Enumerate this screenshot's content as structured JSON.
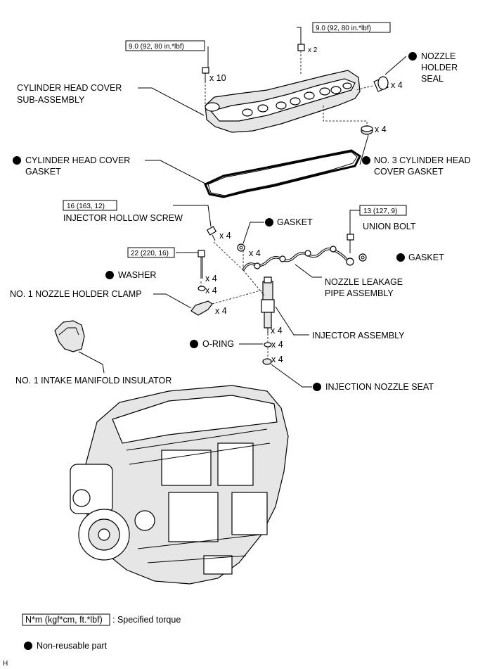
{
  "labels": {
    "cylinder_head_cover_1": "CYLINDER HEAD COVER",
    "cylinder_head_cover_2": "SUB-ASSEMBLY",
    "nozzle_holder_seal_1": "NOZZLE",
    "nozzle_holder_seal_2": "HOLDER",
    "nozzle_holder_seal_3": "SEAL",
    "head_cover_gasket_1": "CYLINDER HEAD COVER",
    "head_cover_gasket_2": "GASKET",
    "no3_gasket_1": "NO. 3 CYLINDER HEAD",
    "no3_gasket_2": "COVER GASKET",
    "injector_hollow_screw": "INJECTOR HOLLOW SCREW",
    "gasket_upper": "GASKET",
    "union_bolt": "UNION BOLT",
    "gasket_right": "GASKET",
    "washer": "WASHER",
    "no1_nozzle_holder_clamp": "NO. 1 NOZZLE HOLDER CLAMP",
    "nozzle_leakage_pipe_1": "NOZZLE LEAKAGE",
    "nozzle_leakage_pipe_2": "PIPE ASSEMBLY",
    "injector_assembly": "INJECTOR ASSEMBLY",
    "o_ring": "O-RING",
    "injection_nozzle_seat": "INJECTION NOZZLE SEAT",
    "intake_manifold_insulator": "NO. 1 INTAKE MANIFOLD INSULATOR"
  },
  "torques": {
    "head_cover_bolt_a": "9.0 (92, 80 in.*lbf)",
    "head_cover_bolt_b": "9.0 (92, 80 in.*lbf)",
    "hollow_screw": "16 (163, 12)",
    "union_bolt": "13 (127, 9)",
    "clamp_bolt": "22 (220, 16)"
  },
  "quantities": {
    "head_cover_nut": "x 2",
    "head_cover_bolt": "x 10",
    "nozzle_holder_seal": "x 4",
    "no3_gasket": "x 4",
    "hollow_screw": "x 4",
    "gasket_upper": "x 4",
    "washer": "x 4",
    "clamp_bolt": "x 4",
    "clamp": "x 4",
    "injector": "x 4",
    "o_ring": "x 4",
    "nozzle_seat": "x 4"
  },
  "legend": {
    "torque_box": "N*m (kgf*cm, ft.*lbf)",
    "torque_text": ": Specified torque",
    "non_reusable": "Non-reusable part"
  },
  "corner_code": "H",
  "colors": {
    "ink": "#000000",
    "fill": "#ffffff",
    "shade": "#e6e6e6"
  }
}
